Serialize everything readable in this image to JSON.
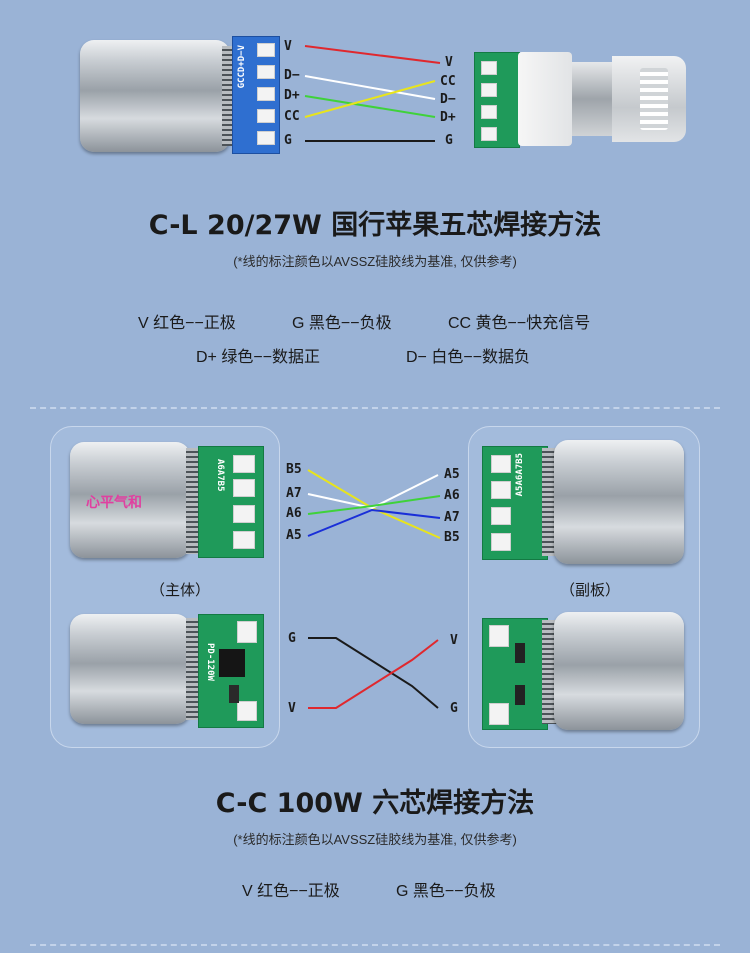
{
  "section1": {
    "left_labels": [
      "V",
      "D−",
      "D+",
      "CC",
      "G"
    ],
    "right_labels": [
      "V",
      "CC",
      "D−",
      "D+",
      "G"
    ],
    "pcb_silk": "GCCD+D−V",
    "title": "C-L 20/27W 国行苹果五芯焊接方法",
    "note": "(*线的标注颜色以AVSSZ硅胶线为基准, 仅供参考)",
    "legend": [
      "V 红色−−正极",
      "G 黑色−−负极",
      "CC 黄色−−快充信号",
      "D+ 绿色−−数据正",
      "D− 白色−−数据负"
    ]
  },
  "section2": {
    "data_left_labels": [
      "B5",
      "A7",
      "A6",
      "A5"
    ],
    "data_right_labels": [
      "A5",
      "A6",
      "A7",
      "B5"
    ],
    "power_left_labels": [
      "G",
      "V"
    ],
    "power_right_labels": [
      "V",
      "G"
    ],
    "watermark": "心平气和",
    "pcb_silk_main": "A6A7B5",
    "pcb_silk_sub": "A5A6A7B5",
    "pcb_silk_power": "PD-120W",
    "caption_main": "（主体）",
    "caption_sub": "（副板）",
    "title": "C-C 100W 六芯焊接方法",
    "note": "(*线的标注颜色以AVSSZ硅胶线为基准, 仅供参考)",
    "legend": [
      "V 红色−−正极",
      "G 黑色−−负极"
    ]
  },
  "colors": {
    "background": "#9ab3d6",
    "wire_red": "#e0282e",
    "wire_white": "#ffffff",
    "wire_green": "#3fd23a",
    "wire_yellow": "#e8e41c",
    "wire_black": "#1a1a1a",
    "wire_blue": "#1a2fd8",
    "pcb_green": "#1f9a5a",
    "pcb_blue": "#2f6fd0"
  }
}
